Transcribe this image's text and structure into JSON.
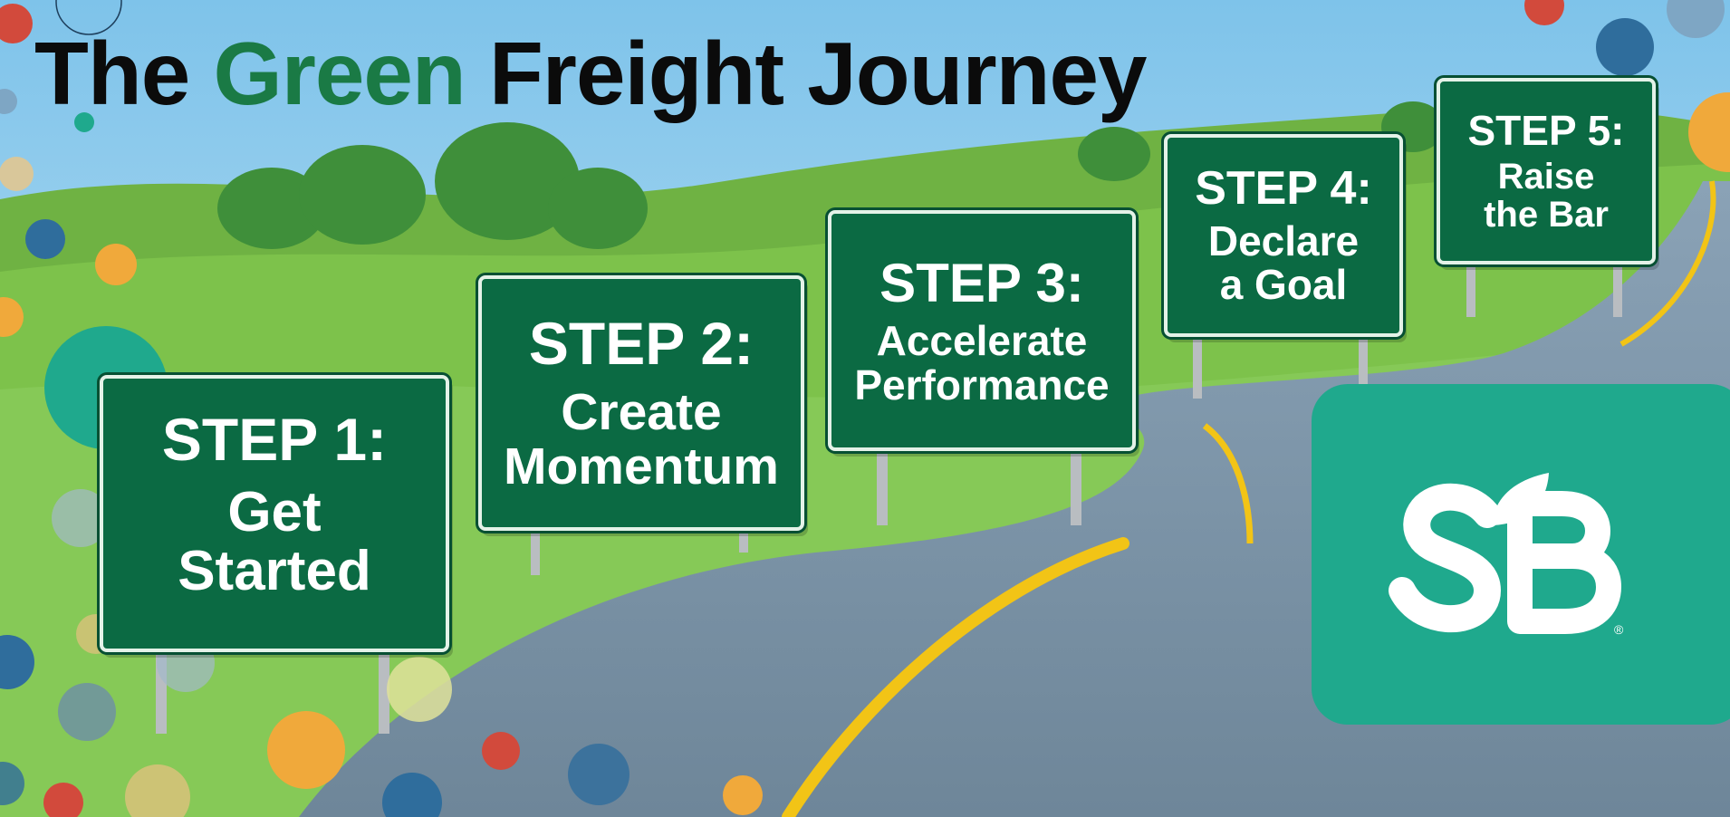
{
  "title": {
    "part1": "The",
    "part2": "Green",
    "part3": "Freight Journey"
  },
  "signs": [
    {
      "step": "STEP 1:",
      "text": "Get\nStarted"
    },
    {
      "step": "STEP 2:",
      "text": "Create\nMomentum"
    },
    {
      "step": "STEP 3:",
      "text": "Accelerate\nPerformance"
    },
    {
      "step": "STEP 4:",
      "text": "Declare\na Goal"
    },
    {
      "step": "STEP 5:",
      "text": "Raise\nthe Bar"
    }
  ],
  "logo": {
    "mark": "SB",
    "registered": "®",
    "card_color": "#1fa98d"
  },
  "colors": {
    "sign_green": "#0b6a43",
    "title_green": "#1a7a45",
    "road": "#7c93a8",
    "road_line": "#f2c416",
    "grass": "#78bf4a",
    "sky": "#a9d6f0"
  }
}
